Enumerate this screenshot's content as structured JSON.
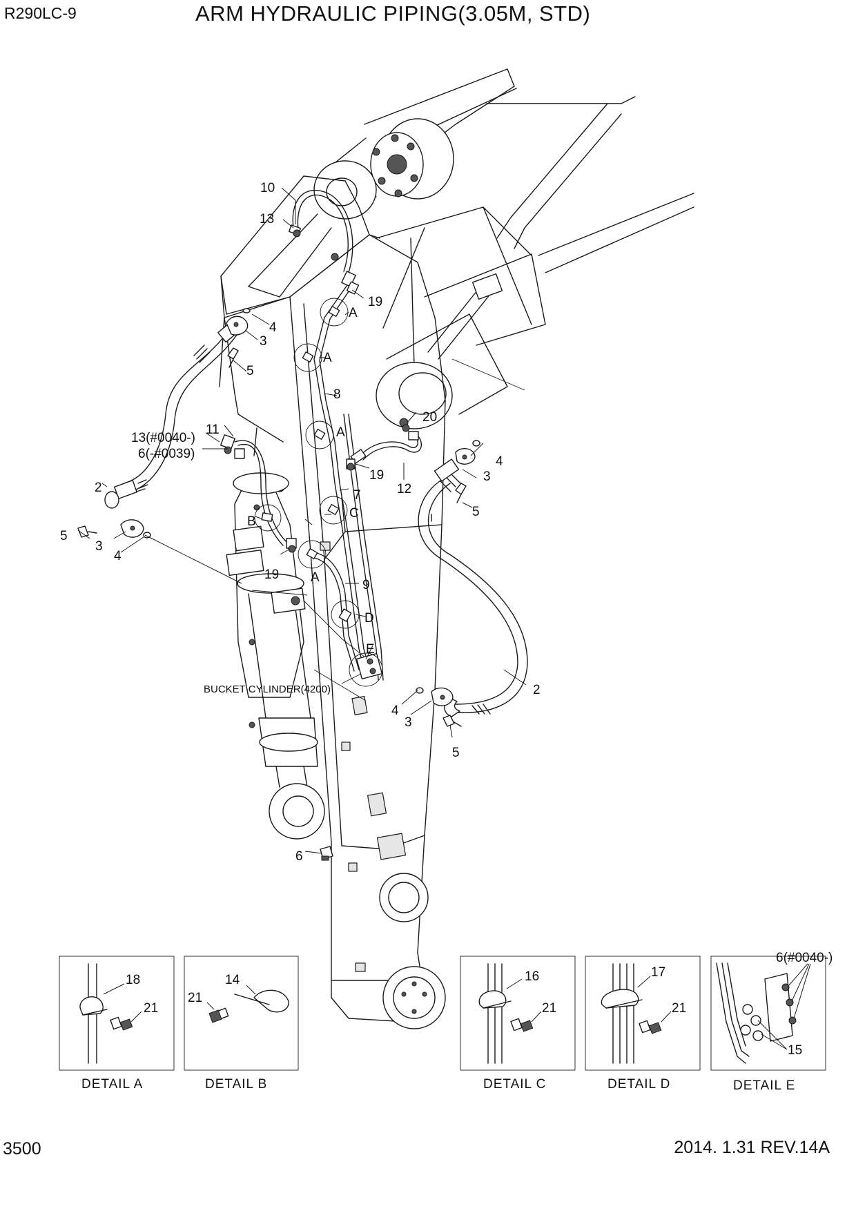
{
  "header": {
    "model": "R290LC-9",
    "title": "ARM HYDRAULIC PIPING(3.05M, STD)"
  },
  "footer": {
    "page_number": "3500",
    "revision": "2014. 1.31  REV.14A"
  },
  "drawing": {
    "note_bucket_cylinder": "BUCKET CYLINDER(4200)",
    "callouts": {
      "c10": "10",
      "c13_top": "13",
      "c19_top": "19",
      "cA1": "A",
      "c4_top": "4",
      "c3_top": "3",
      "cA2": "A",
      "c5_top": "5",
      "c8": "8",
      "c20": "20",
      "cA3": "A",
      "c13_serial": "13(#0040-)",
      "c6_serial": "6(-#0039)",
      "c11": "11",
      "c4_right": "4",
      "c3_right": "3",
      "c19_mid": "19",
      "c12": "12",
      "c7": "7",
      "c5_right": "5",
      "c2_left": "2",
      "cB": "B",
      "cC": "C",
      "c5_left": "5",
      "c3_left": "3",
      "c4_left": "4",
      "c19_low": "19",
      "cA4": "A",
      "c9": "9",
      "cD": "D",
      "cE": "E",
      "c2_right": "2",
      "c4_low": "4",
      "c3_low": "3",
      "c5_low": "5",
      "c6_low": "6"
    }
  },
  "details": [
    {
      "caption": "DETAIL  A",
      "parts": [
        "18",
        "21"
      ]
    },
    {
      "caption": "DETAIL  B",
      "parts": [
        "14",
        "21"
      ]
    },
    {
      "caption": "DETAIL  C",
      "parts": [
        "16",
        "21"
      ]
    },
    {
      "caption": "DETAIL  D",
      "parts": [
        "17",
        "21"
      ]
    },
    {
      "caption": "DETAIL  E",
      "parts": [
        "6(#0040-)",
        "15"
      ]
    }
  ]
}
